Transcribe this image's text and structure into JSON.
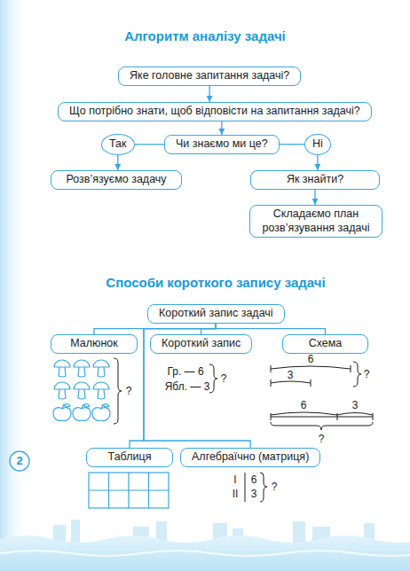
{
  "diagram": {
    "title": "Алгоритм аналізу задачі",
    "nodes": [
      {
        "text": [
          "Яке головне запитання задачі?"
        ]
      },
      {
        "text": [
          "Що потрібно знати, щоб відповісти на запитання задачі?"
        ]
      },
      {
        "text": [
          "Так"
        ]
      },
      {
        "text": [
          "Чи знаємо ми це?"
        ]
      },
      {
        "text": [
          "Ні"
        ]
      },
      {
        "text": [
          "Розв’язуємо задачу"
        ]
      },
      {
        "text": [
          "Як знайти?"
        ]
      },
      {
        "text": [
          "Складаємо план розв’язування задачі"
        ]
      },
      {
        "text": [
          "Короткий запис задачі"
        ]
      },
      {
        "text": [
          "Малюнок"
        ]
      },
      {
        "text": [
          "Короткий запис"
        ]
      },
      {
        "text": [
          "Схема"
        ]
      },
      {
        "text": [
          "Таблиця"
        ]
      },
      {
        "text": [
          "Алгебраїчно (матриця)"
        ]
      }
    ],
    "edges": [
      {
        "from": 0,
        "to": 1,
        "arrow": "to"
      },
      {
        "from": 1,
        "to": 3,
        "arrow": "to"
      },
      {
        "from": 3,
        "to": 2,
        "arrow": "none"
      },
      {
        "from": 3,
        "to": 4,
        "arrow": "none"
      },
      {
        "from": 2,
        "to": 5,
        "arrow": "to"
      },
      {
        "from": 4,
        "to": 6,
        "arrow": "to"
      },
      {
        "from": 6,
        "to": 7,
        "arrow": "to"
      },
      {
        "from": 8,
        "to": 9,
        "arrow": "none"
      },
      {
        "from": 8,
        "to": 10,
        "arrow": "none"
      },
      {
        "from": 8,
        "to": 11,
        "arrow": "none"
      },
      {
        "from": 8,
        "to": 12,
        "arrow": "none"
      },
      {
        "from": 8,
        "to": 13,
        "arrow": "none"
      }
    ],
    "labels": [
      "Способи короткого запису задачі",
      "?",
      "Гр. — 6",
      "Ябл. — 3",
      "?",
      "6",
      "3",
      "?",
      "6",
      "3",
      "?",
      "I",
      "6",
      "II",
      "3",
      "?",
      "2"
    ]
  }
}
